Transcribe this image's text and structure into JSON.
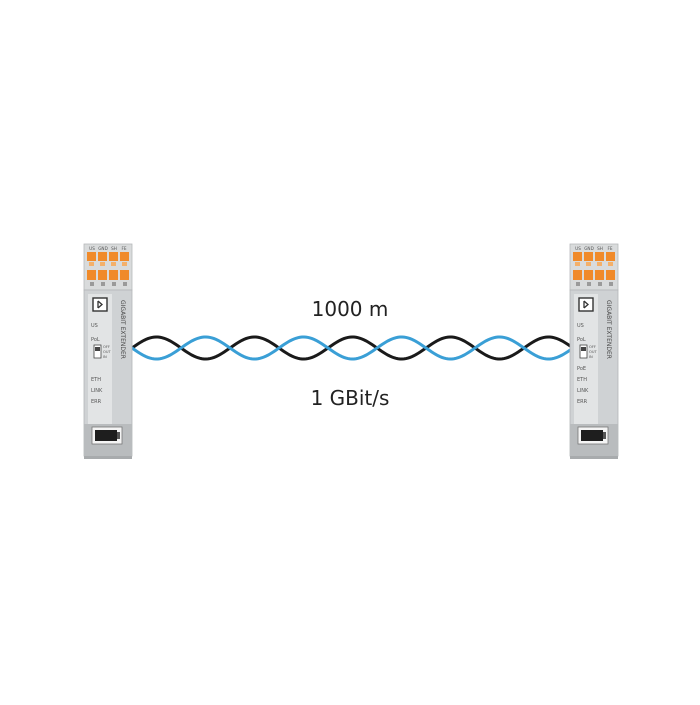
{
  "labels": {
    "distance": "1000 m",
    "speed": "1 GBit/s"
  },
  "devices": {
    "left": {
      "product_name": "GIGABIT EXTENDER",
      "top_terminals": [
        "US",
        "GND",
        "SH",
        "FE"
      ],
      "led_us": "US",
      "led_pol": "PoL",
      "switch_labels": [
        "OFF",
        "OUT",
        "IN"
      ],
      "led_eth": "ETH",
      "led_link": "LINK",
      "led_err": "ERR"
    },
    "right": {
      "product_name": "GIGABIT EXTENDER",
      "top_terminals": [
        "US",
        "GND",
        "SH",
        "FE"
      ],
      "led_us": "US",
      "led_pol": "PoL",
      "switch_labels": [
        "OFF",
        "OUT",
        "IN"
      ],
      "led_poe": "PoE",
      "led_eth": "ETH",
      "led_link": "LINK",
      "led_err": "ERR"
    }
  },
  "colors": {
    "wire_blue": "#3a9fd6",
    "wire_black": "#1a1a1a",
    "housing": "#cfd2d4",
    "terminal_orange": "#f08a2a",
    "text": "#222222"
  }
}
